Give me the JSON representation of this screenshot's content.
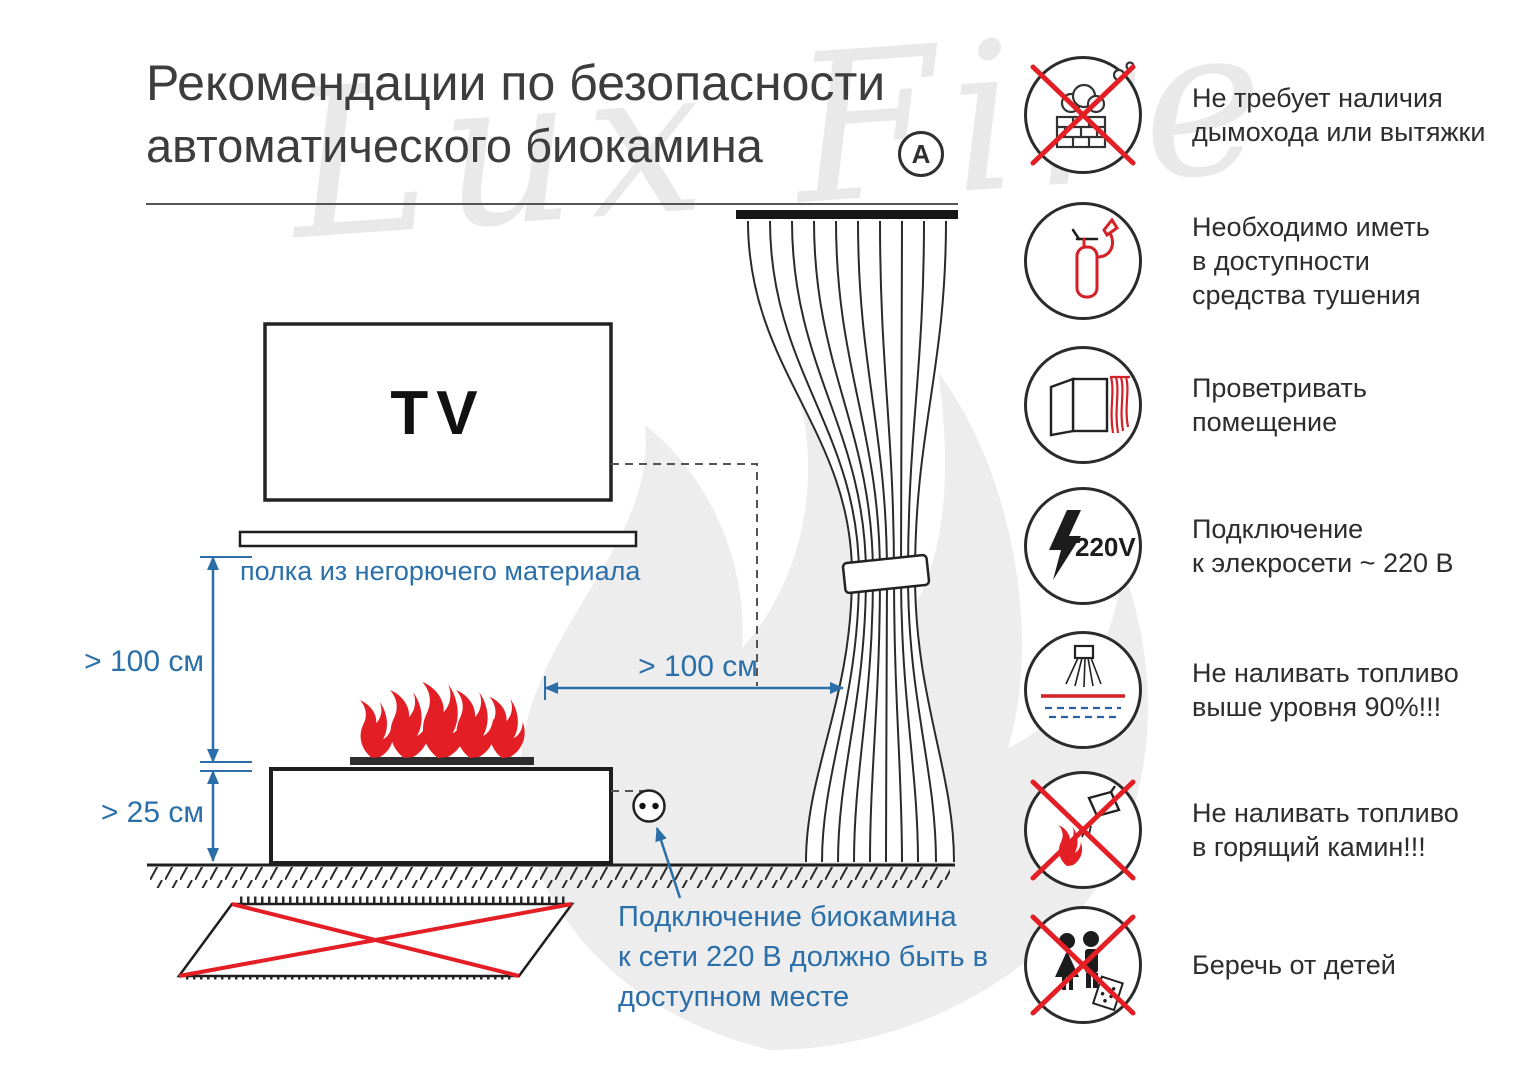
{
  "title": {
    "line1": "Рекомендации по безопасности",
    "line2": "автоматического биокамина",
    "mark": "A"
  },
  "watermark": "Lux Fire",
  "diagram": {
    "tv_label": "TV",
    "shelf_label": "полка из негорючего материала",
    "dim_shelf_to_burner": "> 100 см",
    "dim_floor_clearance": "> 25 см",
    "dim_to_curtain": "> 100 см",
    "socket_note": [
      "Подключение биокамина",
      "к сети 220 В должно быть в",
      "доступном месте"
    ]
  },
  "safety_items": [
    {
      "icon": "no-chimney-icon",
      "lines": [
        "Не требует наличия",
        "дымохода или вытяжки"
      ]
    },
    {
      "icon": "extinguisher-icon",
      "lines": [
        "Необходимо иметь",
        "в доступности",
        "средства тушения"
      ]
    },
    {
      "icon": "ventilate-icon",
      "lines": [
        "Проветривать",
        "помещение"
      ]
    },
    {
      "icon": "power-220v-icon",
      "badge": "220V",
      "lines": [
        "Подключение",
        "к элекросети ~ 220 В"
      ]
    },
    {
      "icon": "fuel-level-icon",
      "lines": [
        "Не наливать топливо",
        "выше уровня 90%!!!"
      ]
    },
    {
      "icon": "no-refill-burning-icon",
      "lines": [
        "Не наливать топливо",
        "в горящий камин!!!"
      ]
    },
    {
      "icon": "keep-away-children-icon",
      "lines": [
        "Беречь от детей"
      ]
    }
  ],
  "colors": {
    "accent_blue": "#2a6fa9",
    "warning_red": "#e31e24",
    "line_dark": "#222222",
    "watermark_gray": "#e9e9e9"
  }
}
